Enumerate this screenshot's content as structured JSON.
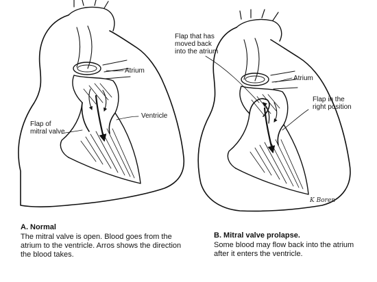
{
  "panel_a": {
    "labels": {
      "atrium": "Atrium",
      "ventricle": "Ventricle",
      "flap": "Flap of\nmitral valve"
    },
    "caption": {
      "title": "A. Normal",
      "text": "The mitral valve is open. Blood goes from the atrium to the ventricle. Arros shows the direction the blood takes."
    }
  },
  "panel_b": {
    "labels": {
      "flap_moved_back": "Flap that has\nmoved back\ninto the atrium",
      "atrium": "Atrium",
      "flap_right_position": "Flap in the\nright position"
    },
    "caption": {
      "title": "B. Mitral valve prolapse.",
      "text": "Some blood may flow back into the atrium after it enters the ventricle."
    },
    "signature": "K Boren"
  },
  "colors": {
    "ink": "#111111",
    "paper": "#ffffff"
  }
}
